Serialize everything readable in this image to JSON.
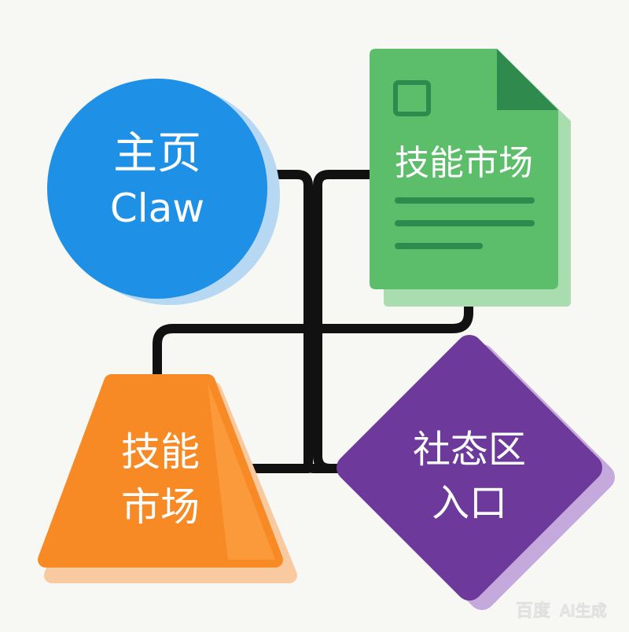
{
  "nodes": {
    "home": {
      "line1": "主页",
      "line2": "Claw"
    },
    "market_doc": {
      "label": "技能市场"
    },
    "market_trap": {
      "line1": "技能",
      "line2": "市场"
    },
    "community": {
      "line1": "社态区",
      "line2": "入口"
    }
  },
  "watermark": {
    "brand": "百度",
    "text": "AI生成"
  },
  "colors": {
    "home": "#1e90e6",
    "market_doc": "#5cbd6a",
    "market_trap": "#f78a25",
    "community": "#6d3a9c",
    "connector": "#111111"
  }
}
